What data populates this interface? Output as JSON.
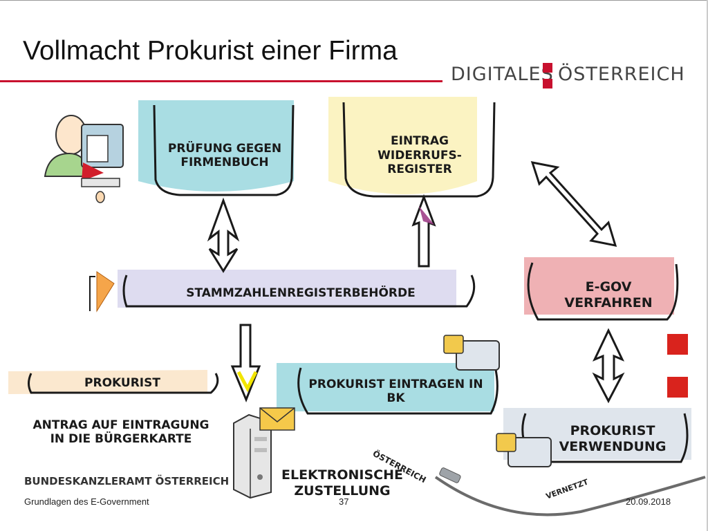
{
  "slide": {
    "title": "Vollmacht Prokurist einer Firma",
    "brand_left": "DIGITALES",
    "brand_right": "ÖSTERREICH"
  },
  "nodes": {
    "pruefung": "PRÜFUNG GEGEN FIRMENBUCH",
    "eintrag": "EINTRAG WIDERRUFS-REGISTER",
    "stammzahl": "STAMMZAHLENREGISTERBEHÖRDE",
    "egov": "E-GOV VERFAHREN",
    "prokurist": "PROKURIST",
    "antrag": "ANTRAG AUF EINTRAGUNG IN DIE BÜRGERKARTE",
    "eintragen_bk": "PROKURIST EINTRAGEN IN BK",
    "verwendung": "PROKURIST VERWENDUNG",
    "zustellung": "ELEKTRONISCHE ZUSTELLUNG"
  },
  "cable": {
    "label_top": "ÖSTERREICH",
    "label_bottom": "VERNETZT"
  },
  "footer": {
    "org_logo": "BUNDESKANZLERAMT ÖSTERREICH",
    "course": "Grundlagen des E-Government",
    "page": "37",
    "date": "20.09.2018"
  },
  "colors": {
    "accent_red": "#c8102e",
    "teal": "#a9dde3",
    "yellow": "#fbf3c2",
    "lavender": "#dedcf0",
    "pink": "#efb1b4",
    "peach": "#fbe8cf",
    "gray_blue": "#dfe5ec"
  }
}
